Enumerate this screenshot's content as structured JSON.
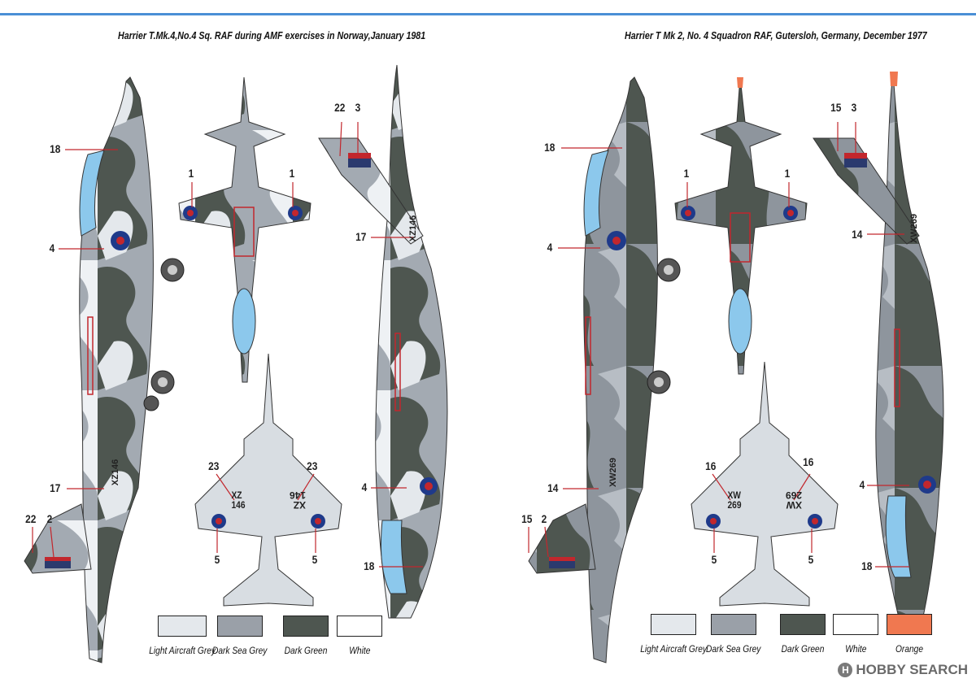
{
  "left_panel": {
    "title": "Harrier T.Mk.4,No.4 Sq. RAF during AMF exercises in Norway,January 1981",
    "callouts": [
      "18",
      "4",
      "17",
      "22",
      "2",
      "1",
      "1",
      "23",
      "23",
      "5",
      "5",
      "22",
      "3",
      "17",
      "4",
      "18"
    ],
    "serial": "XZ146",
    "underwing_left": "XZ\n146",
    "underwing_right": "XZ\n146"
  },
  "right_panel": {
    "title": "Harrier T Mk 2, No. 4 Squadron RAF, Gutersloh, Germany, December 1977",
    "callouts": [
      "18",
      "4",
      "14",
      "15",
      "2",
      "1",
      "1",
      "16",
      "16",
      "5",
      "5",
      "15",
      "3",
      "14",
      "4",
      "18"
    ],
    "serial": "XW269",
    "underwing_left": "XW\n269",
    "underwing_right": "XW\n269"
  },
  "legend_left": [
    {
      "label": "Light Aircraft Grey",
      "color": "#e4e8ec"
    },
    {
      "label": "Dark Sea Grey",
      "color": "#9aa0a8"
    },
    {
      "label": "Dark  Green",
      "color": "#4e5650"
    },
    {
      "label": "White",
      "color": "#ffffff"
    }
  ],
  "legend_right": [
    {
      "label": "Light Aircraft Grey",
      "color": "#e4e8ec"
    },
    {
      "label": "Dark Sea Grey",
      "color": "#9aa0a8"
    },
    {
      "label": "Dark  Green",
      "color": "#4e5650"
    },
    {
      "label": "White",
      "color": "#ffffff"
    },
    {
      "label": "Orange",
      "color": "#f07850"
    }
  ],
  "watermark": {
    "brand": "HOBBY SEARCH",
    "logo": "H"
  },
  "colors": {
    "canopy": "#8cc8ec",
    "roundel_blue": "#1f3a8a",
    "roundel_red": "#c2272d",
    "callout_line": "#c2272d",
    "rule": "#4a8fd6"
  }
}
